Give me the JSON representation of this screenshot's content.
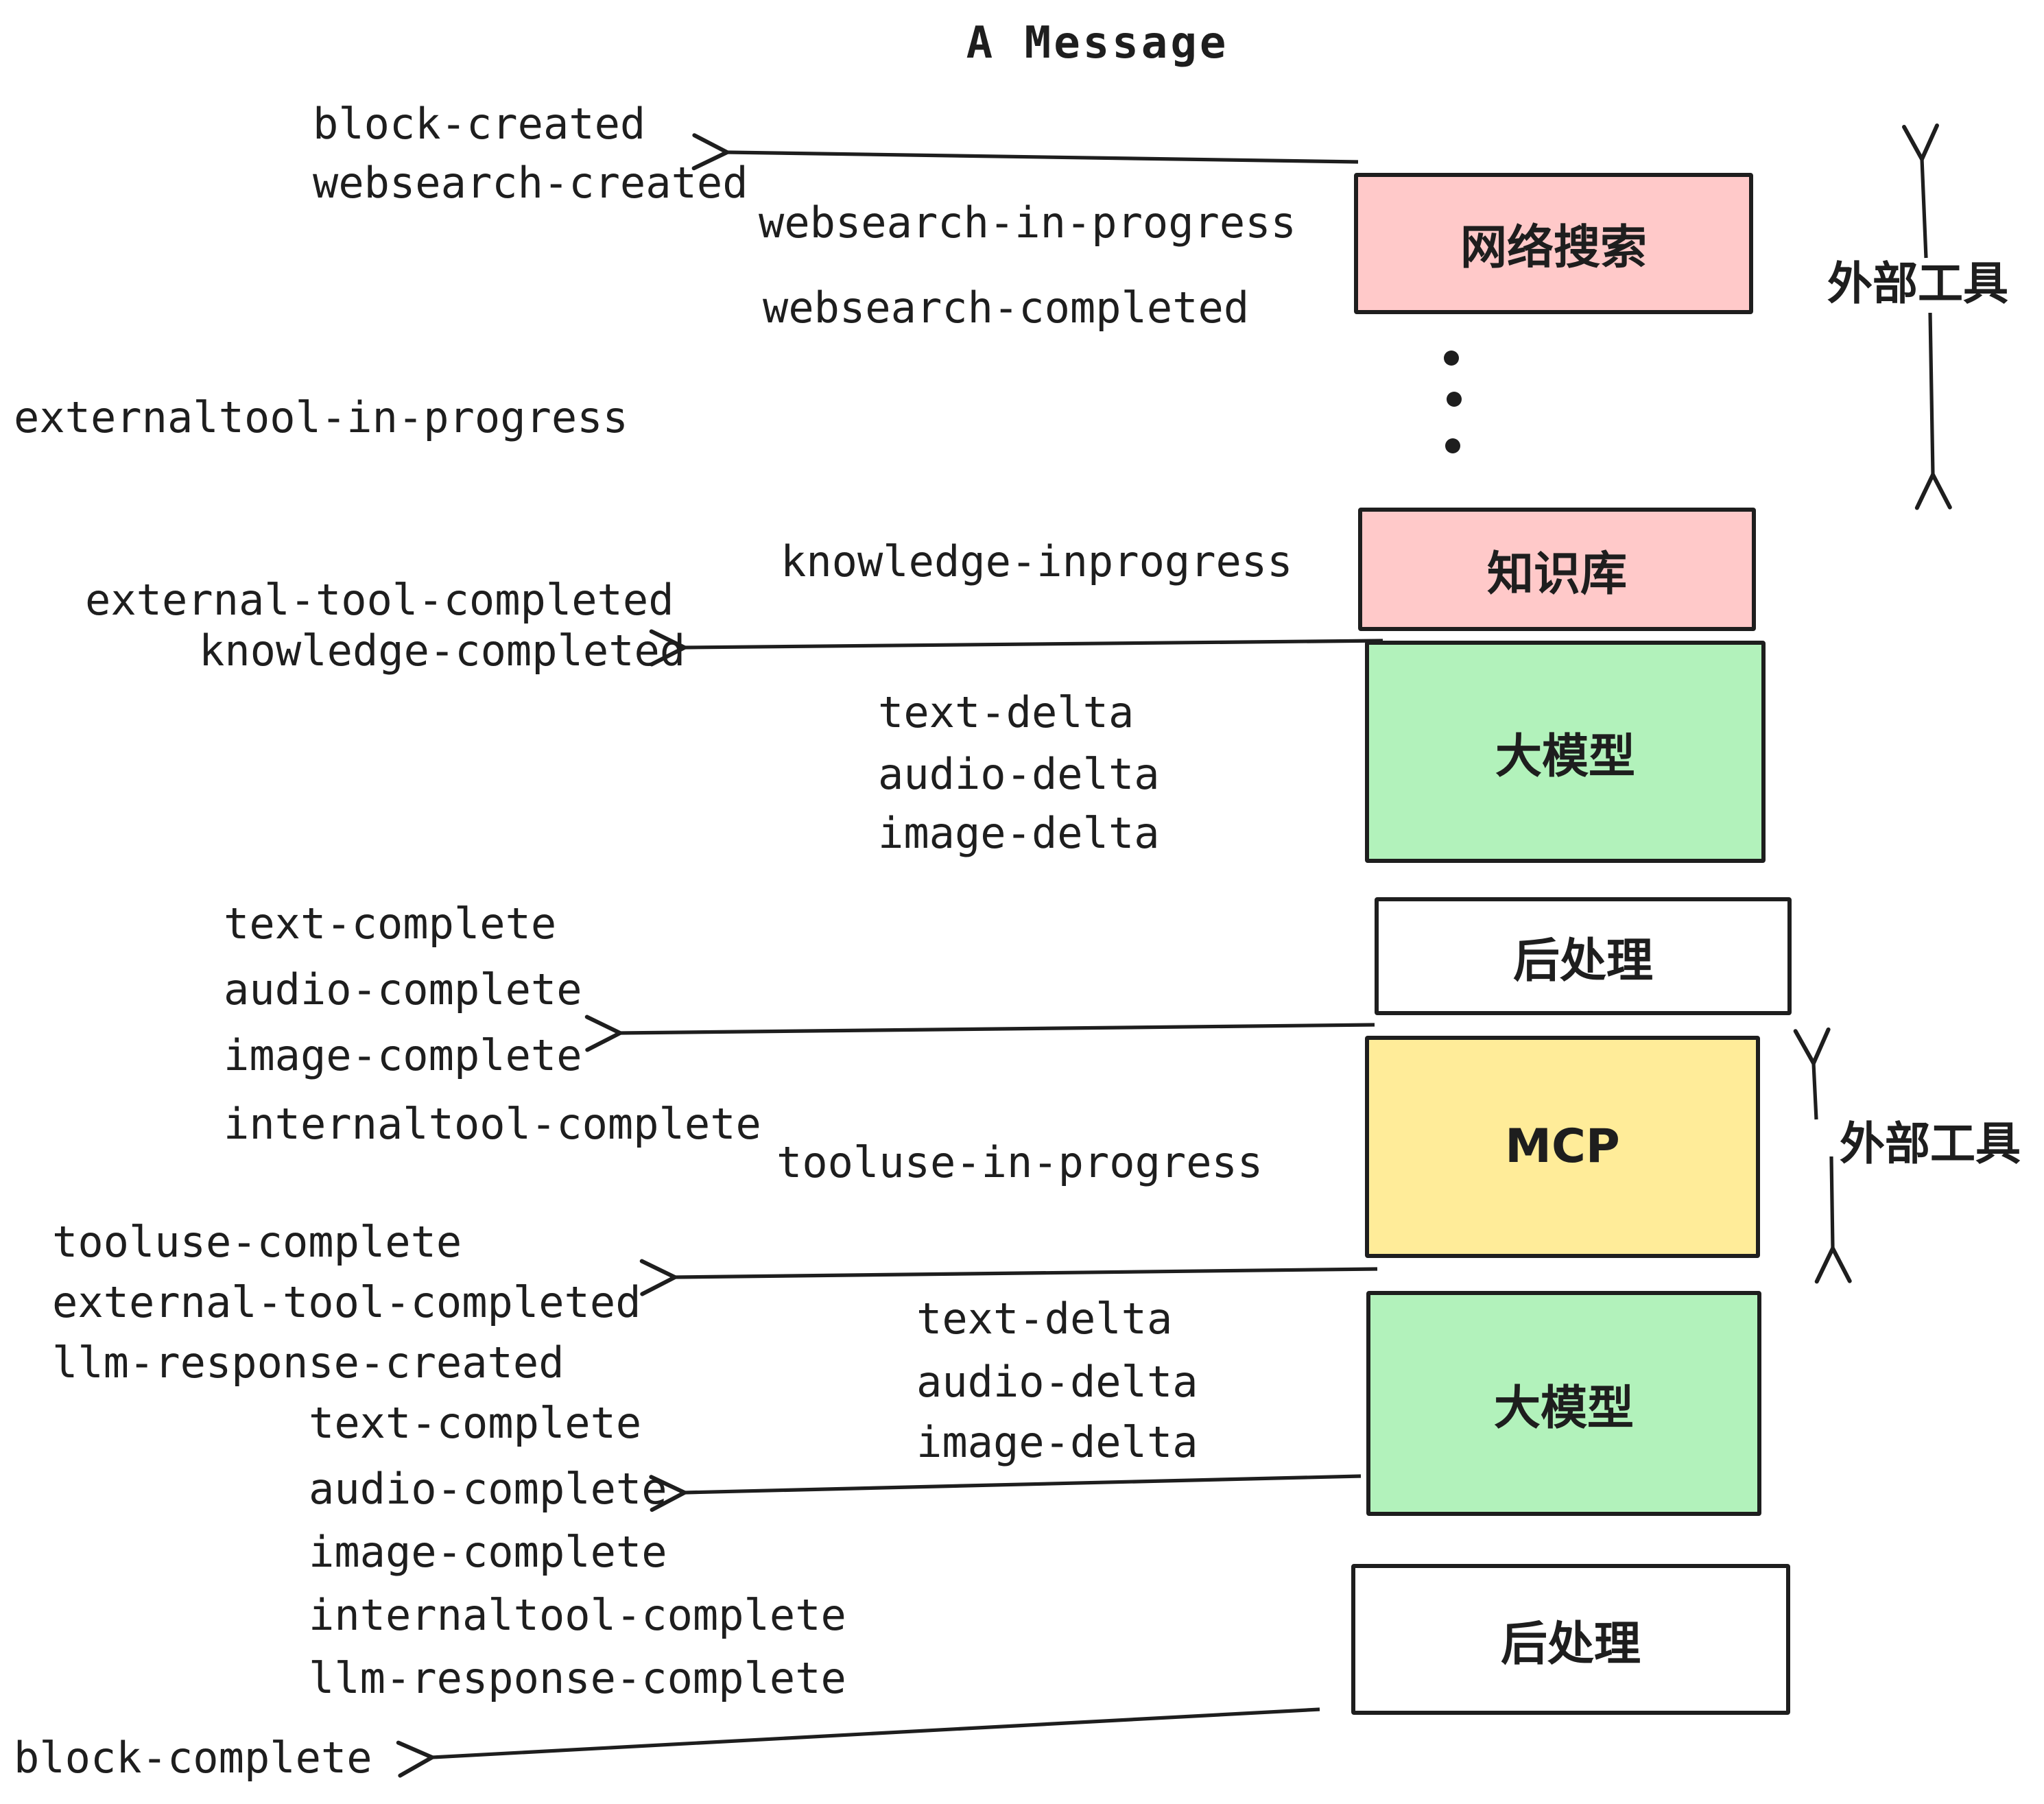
{
  "title": "A Message",
  "colors": {
    "pink": "#FFC9C9",
    "green": "#B2F2BB",
    "yellow": "#FFEC99",
    "ink": "#1E1E1E",
    "paper": "#FFFFFF"
  },
  "boxes": [
    {
      "label": "网络搜索"
    },
    {
      "label": "知识库"
    },
    {
      "label": "大模型"
    },
    {
      "label": "后处理"
    },
    {
      "label": "MCP"
    },
    {
      "label": "大模型"
    },
    {
      "label": "后处理"
    }
  ],
  "side_labels": [
    {
      "text": "外部工具"
    },
    {
      "text": "外部工具"
    }
  ],
  "events": [
    {
      "text": "block-created"
    },
    {
      "text": "websearch-created"
    },
    {
      "text": "websearch-in-progress"
    },
    {
      "text": "websearch-completed"
    },
    {
      "text": "externaltool-in-progress"
    },
    {
      "text": "knowledge-inprogress"
    },
    {
      "text": "external-tool-completed"
    },
    {
      "text": "knowledge-completed"
    },
    {
      "text": "text-delta"
    },
    {
      "text": "audio-delta"
    },
    {
      "text": "image-delta"
    },
    {
      "text": "text-complete"
    },
    {
      "text": "audio-complete"
    },
    {
      "text": "image-complete"
    },
    {
      "text": "internaltool-complete"
    },
    {
      "text": "tooluse-in-progress"
    },
    {
      "text": "tooluse-complete"
    },
    {
      "text": "external-tool-completed"
    },
    {
      "text": "llm-response-created"
    },
    {
      "text": "text-delta"
    },
    {
      "text": "audio-delta"
    },
    {
      "text": "image-delta"
    },
    {
      "text": "text-complete"
    },
    {
      "text": "audio-complete"
    },
    {
      "text": "image-complete"
    },
    {
      "text": "internaltool-complete"
    },
    {
      "text": "llm-response-complete"
    },
    {
      "text": "block-complete"
    }
  ]
}
